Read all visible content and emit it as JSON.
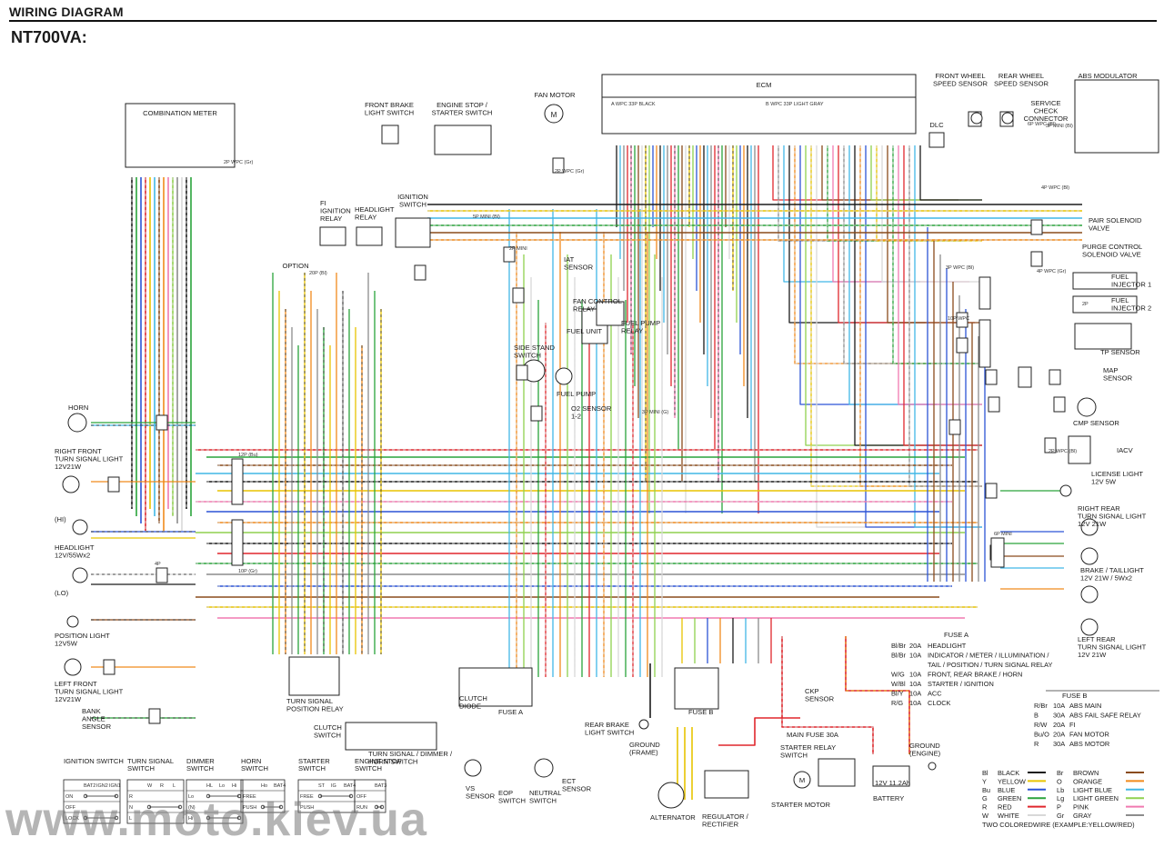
{
  "header": {
    "title": "WIRING DIAGRAM",
    "model": "NT700VA:"
  },
  "watermark": "www.moto.kiev.ua",
  "colors": {
    "black": "#1b1b1b",
    "yellow": "#e8c400",
    "blue": "#2c54d6",
    "green": "#2aa33b",
    "red": "#e0272d",
    "white": "#d8d8d8",
    "brown": "#8a4b1c",
    "orange": "#f08a1c",
    "light_blue": "#41b7e6",
    "light_green": "#8fd14f",
    "pink": "#f07ab0",
    "gray": "#8c8c8c"
  },
  "components": [
    {
      "id": "combination-meter",
      "label": "COMBINATION METER",
      "lines": [
        "COMBINATION METER"
      ]
    },
    {
      "id": "front-brake-switch",
      "lines": [
        "FRONT BRAKE",
        "LIGHT SWITCH"
      ]
    },
    {
      "id": "engine-stop-switch",
      "lines": [
        "ENGINE STOP /",
        "STARTER SWITCH"
      ]
    },
    {
      "id": "fan-motor",
      "lines": [
        "FAN MOTOR"
      ]
    },
    {
      "id": "ecm",
      "lines": [
        "ECM"
      ]
    },
    {
      "id": "front-wheel-speed",
      "lines": [
        "FRONT WHEEL",
        "SPEED SENSOR"
      ]
    },
    {
      "id": "rear-wheel-speed",
      "lines": [
        "REAR WHEEL",
        "SPEED SENSOR"
      ]
    },
    {
      "id": "service-check",
      "lines": [
        "SERVICE",
        "CHECK",
        "CONNECTOR"
      ]
    },
    {
      "id": "abs-modulator",
      "lines": [
        "ABS MODULATOR"
      ]
    },
    {
      "id": "dlc",
      "lines": [
        "DLC"
      ]
    },
    {
      "id": "fi-ignition-relay",
      "lines": [
        "FI",
        "IGNITION",
        "RELAY"
      ]
    },
    {
      "id": "headlight-relay",
      "lines": [
        "HEADLIGHT",
        "RELAY"
      ]
    },
    {
      "id": "ignition-switch",
      "lines": [
        "IGNITION",
        "SWITCH"
      ]
    },
    {
      "id": "option",
      "lines": [
        "OPTION"
      ]
    },
    {
      "id": "iat-sensor",
      "lines": [
        "IAT",
        "SENSOR"
      ]
    },
    {
      "id": "fan-control-relay",
      "lines": [
        "FAN CONTROL",
        "RELAY"
      ]
    },
    {
      "id": "fuel-unit",
      "lines": [
        "FUEL UNIT"
      ]
    },
    {
      "id": "fuel-pump-relay",
      "lines": [
        "FUEL PUMP",
        "RELAY"
      ]
    },
    {
      "id": "side-stand-switch",
      "lines": [
        "SIDE STAND",
        "SWITCH"
      ]
    },
    {
      "id": "fuel-pump",
      "lines": [
        "FUEL PUMP"
      ]
    },
    {
      "id": "o2-sensor",
      "lines": [
        "O2 SENSOR",
        "1-2"
      ]
    },
    {
      "id": "pair-solenoid",
      "lines": [
        "PAIR SOLENOID",
        "VALVE"
      ]
    },
    {
      "id": "purge-control",
      "lines": [
        "PURGE CONTROL",
        "SOLENOID VALVE"
      ]
    },
    {
      "id": "fuel-injector-1",
      "lines": [
        "FUEL",
        "INJECTOR 1"
      ]
    },
    {
      "id": "fuel-injector-2",
      "lines": [
        "FUEL",
        "INJECTOR 2"
      ]
    },
    {
      "id": "tp-sensor",
      "lines": [
        "TP SENSOR"
      ]
    },
    {
      "id": "map-sensor",
      "lines": [
        "MAP",
        "SENSOR"
      ]
    },
    {
      "id": "cmp-sensor",
      "lines": [
        "CMP SENSOR"
      ]
    },
    {
      "id": "iacv",
      "lines": [
        "IACV"
      ]
    },
    {
      "id": "horn",
      "lines": [
        "HORN"
      ]
    },
    {
      "id": "right-front-turn",
      "lines": [
        "RIGHT FRONT",
        "TURN SIGNAL LIGHT",
        "12V21W"
      ]
    },
    {
      "id": "headlight",
      "lines": [
        "HEADLIGHT",
        "12V/55Wx2"
      ]
    },
    {
      "id": "position-light",
      "lines": [
        "POSITION LIGHT",
        "12V5W"
      ]
    },
    {
      "id": "left-front-turn",
      "lines": [
        "LEFT FRONT",
        "TURN SIGNAL LIGHT",
        "12V21W"
      ]
    },
    {
      "id": "bank-angle",
      "lines": [
        "BANK",
        "ANGLE",
        "SENSOR"
      ]
    },
    {
      "id": "turn-signal-relay",
      "lines": [
        "TURN SIGNAL",
        "POSITION RELAY"
      ]
    },
    {
      "id": "clutch-switch",
      "lines": [
        "CLUTCH",
        "SWITCH"
      ]
    },
    {
      "id": "turn-dimmer-horn",
      "lines": [
        "TURN SIGNAL / DIMMER /",
        "HORN SWITCH"
      ]
    },
    {
      "id": "clutch-diode",
      "lines": [
        "CLUTCH",
        "DIODE"
      ]
    },
    {
      "id": "fuse-a-box",
      "lines": [
        "FUSE A"
      ]
    },
    {
      "id": "rear-brake-switch",
      "lines": [
        "REAR BRAKE",
        "LIGHT SWITCH"
      ]
    },
    {
      "id": "ground-frame",
      "lines": [
        "GROUND",
        "(FRAME)"
      ]
    },
    {
      "id": "fuse-b-box",
      "lines": [
        "FUSE B"
      ]
    },
    {
      "id": "ckp-sensor",
      "lines": [
        "CKP",
        "SENSOR"
      ]
    },
    {
      "id": "license-light",
      "lines": [
        "LICENSE LIGHT",
        "12V 5W"
      ]
    },
    {
      "id": "right-rear-turn",
      "lines": [
        "RIGHT REAR",
        "TURN SIGNAL LIGHT",
        "12V 21W"
      ]
    },
    {
      "id": "brake-taillight",
      "lines": [
        "BRAKE / TAILLIGHT",
        "12V 21W / 5Wx2"
      ]
    },
    {
      "id": "left-rear-turn",
      "lines": [
        "LEFT REAR",
        "TURN SIGNAL LIGHT",
        "12V 21W"
      ]
    },
    {
      "id": "vs-sensor",
      "lines": [
        "VS",
        "SENSOR"
      ]
    },
    {
      "id": "eop-switch",
      "lines": [
        "EOP",
        "SWITCH"
      ]
    },
    {
      "id": "neutral-switch",
      "lines": [
        "NEUTRAL",
        "SWITCH"
      ]
    },
    {
      "id": "ect-sensor",
      "lines": [
        "ECT",
        "SENSOR"
      ]
    },
    {
      "id": "alternator",
      "lines": [
        "ALTERNATOR"
      ]
    },
    {
      "id": "regulator",
      "lines": [
        "REGULATOR /",
        "RECTIFIER"
      ]
    },
    {
      "id": "main-fuse",
      "lines": [
        "MAIN FUSE 30A"
      ]
    },
    {
      "id": "starter-relay",
      "lines": [
        "STARTER RELAY",
        "SWITCH"
      ]
    },
    {
      "id": "starter-motor",
      "lines": [
        "STARTER MOTOR"
      ]
    },
    {
      "id": "battery",
      "lines": [
        "BATTERY"
      ]
    },
    {
      "id": "battery-rating",
      "lines": [
        "12V 11.2Ah"
      ]
    },
    {
      "id": "ground-engine",
      "lines": [
        "GROUND",
        "(ENGINE)"
      ]
    }
  ],
  "fuse_a": {
    "title": "FUSE A",
    "rows": [
      {
        "code": "Bl/Br",
        "amp": "20A",
        "desc": "HEADLIGHT"
      },
      {
        "code": "Bl/Br",
        "amp": "10A",
        "desc": "INDICATOR / METER / ILLUMINATION /"
      },
      {
        "code": "",
        "amp": "",
        "desc": "TAIL / POSITION / TURN SIGNAL RELAY"
      },
      {
        "code": "W/G",
        "amp": "10A",
        "desc": "FRONT, REAR BRAKE / HORN"
      },
      {
        "code": "W/Bl",
        "amp": "10A",
        "desc": "STARTER / IGNITION"
      },
      {
        "code": "Bl/Y",
        "amp": "10A",
        "desc": "ACC"
      },
      {
        "code": "R/G",
        "amp": "10A",
        "desc": "CLOCK"
      }
    ]
  },
  "fuse_b": {
    "title": "FUSE B",
    "rows": [
      {
        "code": "R/Br",
        "amp": "10A",
        "desc": "ABS MAIN"
      },
      {
        "code": "B",
        "amp": "30A",
        "desc": "ABS FAIL SAFE RELAY"
      },
      {
        "code": "R/W",
        "amp": "20A",
        "desc": "FI"
      },
      {
        "code": "Bu/O",
        "amp": "20A",
        "desc": "FAN MOTOR"
      },
      {
        "code": "R",
        "amp": "30A",
        "desc": "ABS MOTOR"
      }
    ]
  },
  "legend": {
    "left": [
      {
        "code": "Bl",
        "name": "BLACK",
        "color": "#1b1b1b"
      },
      {
        "code": "Y",
        "name": "YELLOW",
        "color": "#e8c400"
      },
      {
        "code": "Bu",
        "name": "BLUE",
        "color": "#2c54d6"
      },
      {
        "code": "G",
        "name": "GREEN",
        "color": "#2aa33b"
      },
      {
        "code": "R",
        "name": "RED",
        "color": "#e0272d"
      },
      {
        "code": "W",
        "name": "WHITE",
        "color": "#d8d8d8"
      }
    ],
    "right": [
      {
        "code": "Br",
        "name": "BROWN",
        "color": "#8a4b1c"
      },
      {
        "code": "O",
        "name": "ORANGE",
        "color": "#f08a1c"
      },
      {
        "code": "Lb",
        "name": "LIGHT BLUE",
        "color": "#41b7e6"
      },
      {
        "code": "Lg",
        "name": "LIGHT GREEN",
        "color": "#8fd14f"
      },
      {
        "code": "P",
        "name": "PINK",
        "color": "#f07ab0"
      },
      {
        "code": "Gr",
        "name": "GRAY",
        "color": "#8c8c8c"
      }
    ],
    "note": "TWO COLOREDWIRE (EXAMPLE:YELLOW/RED)"
  },
  "switch_tables": [
    {
      "title": [
        "IGNITION SWITCH"
      ],
      "cols": [
        "BAT2",
        "IGN2",
        "IGN1"
      ],
      "rows": [
        "ON",
        "OFF",
        "LOCK"
      ]
    },
    {
      "title": [
        "TURN SIGNAL",
        "SWITCH"
      ],
      "cols": [
        "W",
        "R",
        "L"
      ],
      "rows": [
        "R",
        "N",
        "L"
      ]
    },
    {
      "title": [
        "DIMMER",
        "SWITCH"
      ],
      "cols": [
        "HL",
        "Lo",
        "Hi"
      ],
      "rows": [
        "Lo",
        "(N)",
        "Hi"
      ]
    },
    {
      "title": [
        "HORN",
        "SWITCH"
      ],
      "cols": [
        "Ho",
        "BAT4"
      ],
      "rows": [
        "FREE",
        "PUSH"
      ]
    },
    {
      "title": [
        "STARTER",
        "SWITCH"
      ],
      "cols": [
        "ST",
        "IG",
        "BAT4"
      ],
      "rows": [
        "FREE",
        "PUSH"
      ]
    },
    {
      "title": [
        "ENGINE STOP",
        "SWITCH"
      ],
      "cols": [
        "BAT3"
      ],
      "rows": [
        "OFF",
        "RUN"
      ]
    }
  ],
  "ecm": {
    "left_connector": "A  WPC 33P BLACK",
    "right_connector": "B  WPC 33P LIGHT GRAY"
  },
  "connector_notes": [
    "12P (Bu)",
    "10P (Gr)",
    "4P",
    "6P MINI",
    "2P",
    "3P WPC (Bl)",
    "10P WPC",
    "4P WPC (Gr)",
    "2P WPC (Gr)",
    "20P (Bl)",
    "6P WPC (Bl)",
    "3P MINI (Bl)",
    "4P WPC (Bl)",
    "3P MINI (G)",
    "5P MINI (Bl)",
    "2P MINI",
    "2P WPC (Gr)",
    "2P WPC (Bl)"
  ]
}
